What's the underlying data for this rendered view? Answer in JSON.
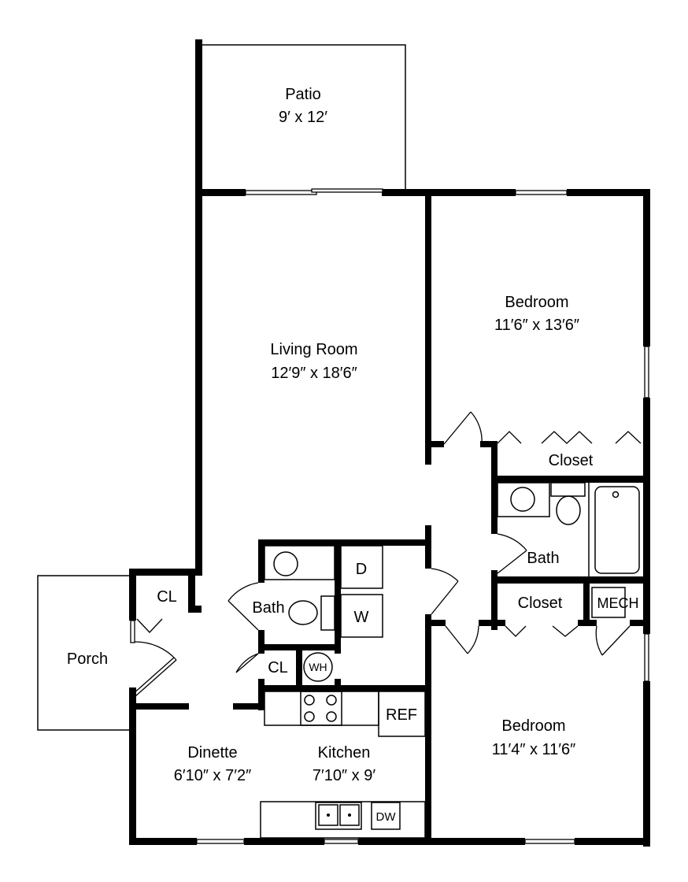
{
  "plan": {
    "colors": {
      "wall": "#000000",
      "background": "#ffffff"
    },
    "rooms": {
      "patio": {
        "name": "Patio",
        "size": "9′ x 12′"
      },
      "living": {
        "name": "Living Room",
        "size": "12′9″ x 18′6″"
      },
      "bedroom1": {
        "name": "Bedroom",
        "size": "11′6″ x 13′6″"
      },
      "bedroom2": {
        "name": "Bedroom",
        "size": "11′4″ x 11′6″"
      },
      "dinette": {
        "name": "Dinette",
        "size": "6′10″ x 7′2″"
      },
      "kitchen": {
        "name": "Kitchen",
        "size": "7′10″ x 9′"
      },
      "porch": {
        "name": "Porch"
      }
    },
    "labels": {
      "closet1": "Closet",
      "closet2": "Closet",
      "bath1": "Bath",
      "bath2": "Bath",
      "cl_entry": "CL",
      "cl_hall": "CL",
      "mech": "MECH",
      "dryer": "D",
      "washer": "W",
      "water_heater": "WH",
      "refrigerator": "REF",
      "dishwasher": "DW"
    }
  }
}
